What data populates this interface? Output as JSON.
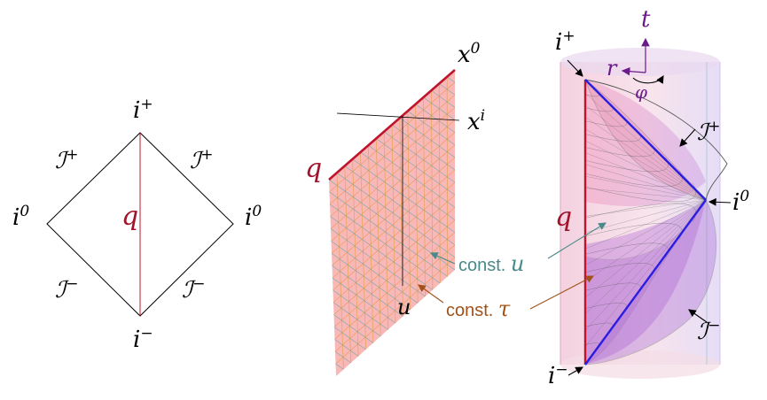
{
  "colors": {
    "red": "#c0142c",
    "blue": "#2a1ee0",
    "teal": "#4a8a88",
    "brown": "#a0521a",
    "purple": "#6a1a8a",
    "sheet": "#f7b4b4",
    "grid_orange": "#e8963a",
    "grid_teal": "#6aa7a4",
    "cyl_pink": "#f2c7d6",
    "cyl_lilac": "#d8cdf2"
  },
  "penrose": {
    "i_plus": {
      "base": "i",
      "sup": "+"
    },
    "i_minus": {
      "base": "i",
      "sup": "−"
    },
    "i0_left": {
      "base": "i",
      "sup": "0"
    },
    "i0_right": {
      "base": "i",
      "sup": "0"
    },
    "scri_plus_left": {
      "base": "ℐ",
      "sup": "+"
    },
    "scri_plus_right": {
      "base": "ℐ",
      "sup": "+"
    },
    "scri_minus_left": {
      "base": "ℐ",
      "sup": "−"
    },
    "scri_minus_right": {
      "base": "ℐ",
      "sup": "−"
    },
    "q": "q"
  },
  "sheet": {
    "q": "q",
    "x0": {
      "base": "x",
      "sup": "0"
    },
    "xi": {
      "base": "x",
      "sup": "i"
    },
    "u": "u"
  },
  "annotations": {
    "const_u": {
      "text": "const. ",
      "var": "u"
    },
    "const_tau": {
      "text": "const. ",
      "var": "τ"
    }
  },
  "cylinder": {
    "t": "t",
    "r": "r",
    "phi": "φ",
    "q": "q",
    "i_plus": {
      "base": "i",
      "sup": "+"
    },
    "i_minus": {
      "base": "i",
      "sup": "−"
    },
    "i0": {
      "base": "i",
      "sup": "0"
    },
    "scri_plus": {
      "base": "ℐ",
      "sup": "+"
    },
    "scri_minus": {
      "base": "ℐ",
      "sup": "−"
    }
  }
}
